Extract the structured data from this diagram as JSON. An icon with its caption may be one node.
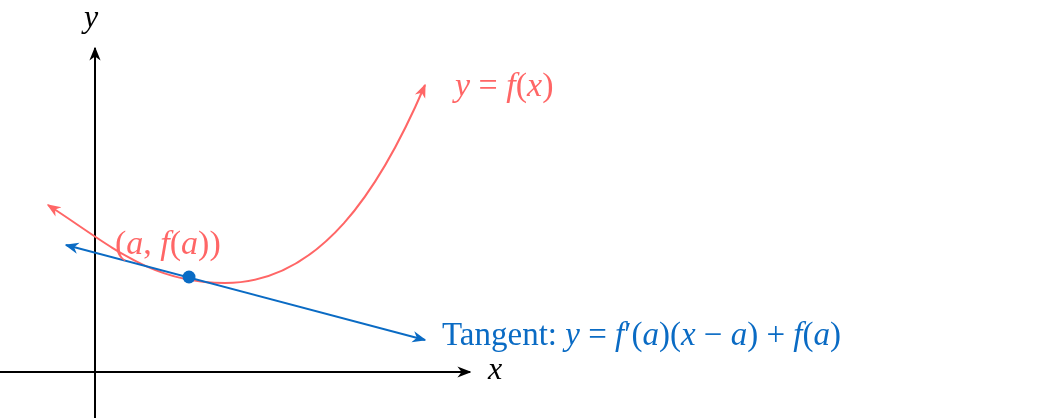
{
  "diagram": {
    "labels": [
      "*y*",
      "*y* = *f*(*x*)",
      "(*a*, *f*(*a*))",
      "Tangent: *y* = *f*′(*a*)(*x* − *a*) + *f*(*a*)",
      "*x*"
    ]
  }
}
